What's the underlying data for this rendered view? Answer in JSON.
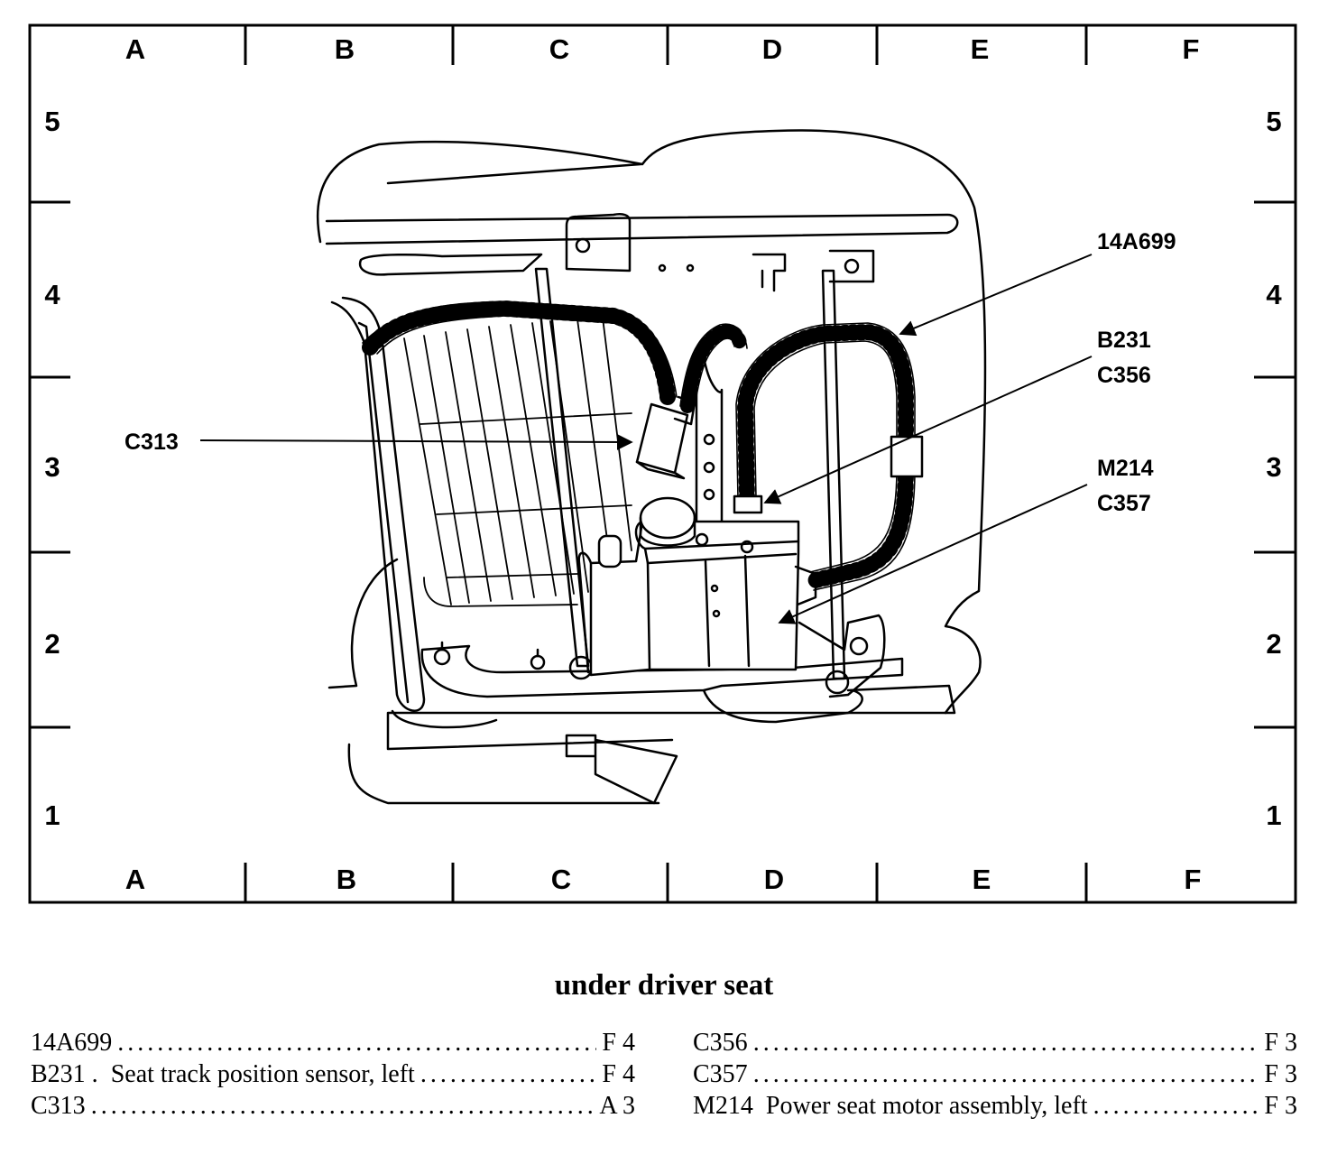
{
  "grid": {
    "columns": [
      "A",
      "B",
      "C",
      "D",
      "E",
      "F"
    ],
    "rows": [
      "5",
      "4",
      "3",
      "2",
      "1"
    ]
  },
  "callouts": {
    "c14a699": "14A699",
    "b231": "B231",
    "c356": "C356",
    "c313": "C313",
    "m214": "M214",
    "c357": "C357"
  },
  "caption": "under driver seat",
  "legend": {
    "left": [
      {
        "code": "14A699",
        "desc": "",
        "location": "F 4"
      },
      {
        "code": "B231  .",
        "desc": "Seat track position sensor, left",
        "location": "F 4"
      },
      {
        "code": "C313",
        "desc": "",
        "location": "A 3"
      }
    ],
    "right": [
      {
        "code": "C356",
        "desc": "",
        "location": "F 3"
      },
      {
        "code": "C357",
        "desc": "",
        "location": "F 3"
      },
      {
        "code": "M214",
        "desc": "Power seat motor assembly, left",
        "location": "F 3"
      }
    ]
  }
}
